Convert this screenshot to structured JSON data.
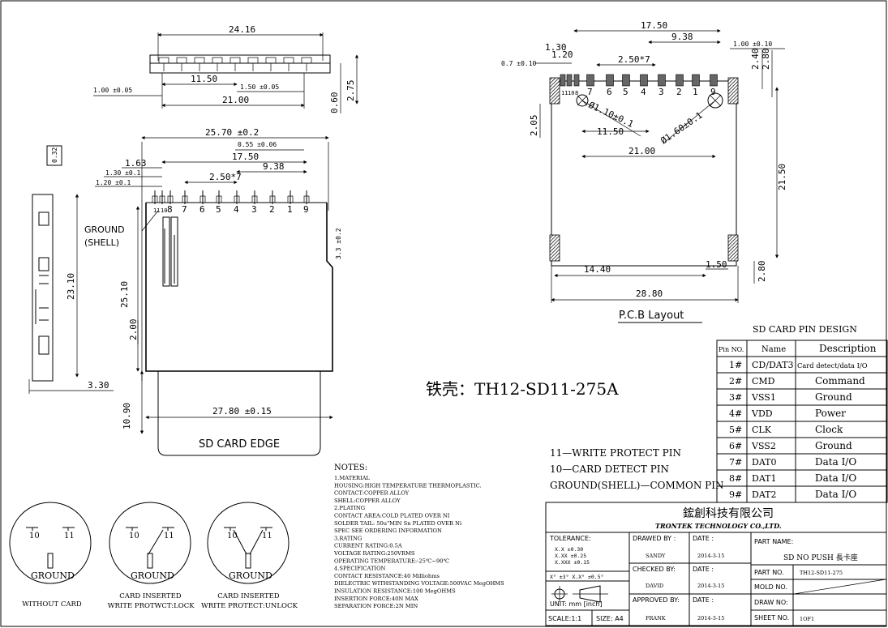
{
  "part_label": "铁壳：TH12-SD11-275A",
  "top_view": {
    "dims": [
      "24.16",
      "1.00 ±0.05",
      "11.50",
      "1.50 ±0.05",
      "21.00",
      "0.60",
      "2.75"
    ]
  },
  "front_view": {
    "dims": [
      "25.70 ±0.2",
      "0.55 ±0.06",
      "17.50",
      "1.63",
      "1.30 ±0.1",
      "9.38",
      "1.20 ±0.1",
      "2.50*7",
      "25.10",
      "2.00",
      "10.90",
      "27.80 ±0.15",
      "3.3 ±0.2"
    ],
    "pin_labels": [
      "11",
      "10",
      "8",
      "7",
      "6",
      "5",
      "4",
      "3",
      "2",
      "1",
      "9"
    ],
    "ground_label": "GROUND\n(SHELL)",
    "card_edge": "SD CARD EDGE"
  },
  "side_view": {
    "dims": [
      "0.32",
      "23.10",
      "3.30"
    ]
  },
  "pcb_layout": {
    "title": "P.C.B Layout",
    "dims": [
      "17.50",
      "9.38",
      "1.30",
      "1.20",
      "0.7 ±0.10",
      "2.50*7",
      "1.00 ±0.10",
      "2.40",
      "2.80",
      "2.05",
      "Ø1.10±0.1",
      "11.50",
      "Ø1.60±0.1",
      "21.00",
      "21.50",
      "14.40",
      "1.50",
      "2.80",
      "28.80"
    ],
    "pin_labels": [
      "11",
      "10",
      "8",
      "7",
      "6",
      "5",
      "4",
      "3",
      "2",
      "1",
      "9"
    ]
  },
  "pin_table": {
    "title": "SD CARD PIN DESIGN",
    "headers": [
      "Pin NO.",
      "Name",
      "Description"
    ],
    "rows": [
      [
        "1#",
        "CD/DAT3",
        "Card detect/data I/O"
      ],
      [
        "2#",
        "CMD",
        "Command"
      ],
      [
        "3#",
        "VSS1",
        "Ground"
      ],
      [
        "4#",
        "VDD",
        "Power"
      ],
      [
        "5#",
        "CLK",
        "Clock"
      ],
      [
        "6#",
        "VSS2",
        "Ground"
      ],
      [
        "7#",
        "DAT0",
        "Data I/O"
      ],
      [
        "8#",
        "DAT1",
        "Data I/O"
      ],
      [
        "9#",
        "DAT2",
        "Data I/O"
      ]
    ]
  },
  "pin_notes": [
    "11—WRITE PROTECT PIN",
    "10—CARD DETECT PIN",
    "GROUND(SHELL)—COMMON PIN"
  ],
  "notes": {
    "title": "NOTES:",
    "lines": [
      "1.MATERIAL",
      "  HOUSING:HIGH TEMPERATURE THERMOPLASTIC.",
      "  CONTACT:COPPER ALLOY",
      "  SHELL:COPPER ALLOY",
      "2.PLATING",
      "  CONTACT AREA:COLD PLATED OVER NI",
      "  SOLDER TAIL: 50u\"MIN Sn PLATED OVER Ni",
      "              SPEC SEE ORDERING INFORMATION",
      "3.RATING",
      "  CURRENT RATING:0.5A",
      "  VOLTAGE RATING:250VRMS",
      "  OPERATING TEMPERATURE:-25℃~90℃",
      "4.SPECIFICATION",
      "  CONTACT RESISTANCE:40 Milliohms",
      "  DIELECTRIC WITHSTANDING VOLTAGE:500VAC MegOHMS",
      "  INSULATION RESISTANCE:100 MegOHMS",
      "  INSERTION FORCE:40N MAX",
      "  SEPARATION FORCE:2N MIN"
    ]
  },
  "switch_diagrams": [
    {
      "caption": "WITHOUT CARD",
      "ground": "GROUND",
      "pins": [
        "10",
        "11"
      ]
    },
    {
      "caption": "CARD INSERTED\nWRITE PROTWCT:LOCK",
      "ground": "GROUND",
      "pins": [
        "10",
        "11"
      ]
    },
    {
      "caption": "CARD INSERTED\nWRITE PROTECT:UNLOCK",
      "ground": "GROUND",
      "pins": [
        "10",
        "11"
      ]
    }
  ],
  "title_block": {
    "company_cn": "鋐創科技有限公司",
    "company_en": "TRONTEK TECHNOLOGY CO.,LTD.",
    "tolerance_label": "TOLERANCE:",
    "tolerance_lines": [
      "X.X    ±0.30",
      "X.XX   ±0.25",
      "X.XXX  ±0.15"
    ],
    "angle_tol": "X° ±3°     X.X° ±0.5°",
    "unit": "UNIT:  mm  [inch]",
    "scale": "SCALE:1:1",
    "size": "SIZE: A4",
    "drawn_by_label": "DRAWED BY :",
    "drawn_by": "SANDY",
    "checked_by_label": "CHECKED BY:",
    "checked_by": "DAVID",
    "approved_by_label": "APPROVED BY:",
    "approved_by": "FRANK",
    "date_label": "DATE :",
    "dates": [
      "2014-3-15",
      "2014-3-15",
      "2014-3-15"
    ],
    "part_name_label": "PART NAME:",
    "part_name": "SD NO PUSH 長卡座",
    "part_no_label": "PART NO.",
    "part_no": "TH12-SD11-275",
    "mold_no_label": "MOLD NO.",
    "draw_no_label": "DRAW NO:",
    "sheet_no_label": "SHEET NO.",
    "sheet_no": "1OF1"
  }
}
